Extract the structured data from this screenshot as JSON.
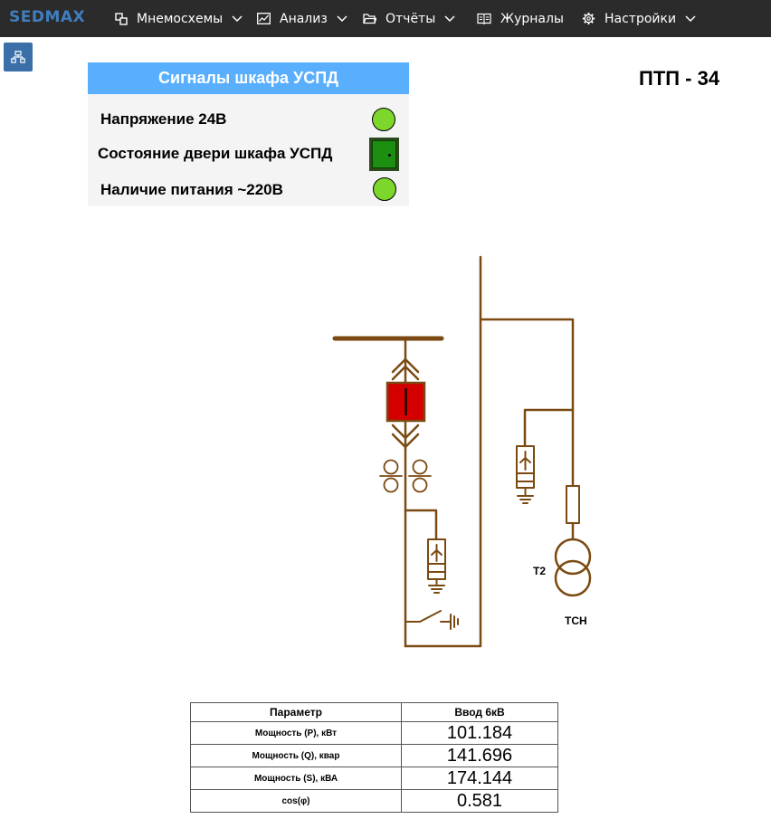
{
  "app": {
    "logo": "SEDMAX"
  },
  "nav": {
    "items": [
      {
        "label": "Мнемосхемы",
        "icon": "mnemo-icon",
        "has_dropdown": true
      },
      {
        "label": "Анализ",
        "icon": "chart-icon",
        "has_dropdown": true
      },
      {
        "label": "Отчёты",
        "icon": "folder-icon",
        "has_dropdown": true
      },
      {
        "label": "Журналы",
        "icon": "book-icon",
        "has_dropdown": false
      },
      {
        "label": "Настройки",
        "icon": "gear-icon",
        "has_dropdown": true
      }
    ]
  },
  "sidebar": {
    "button_icon": "hierarchy-icon",
    "accent": "#3b6fa8"
  },
  "signals_panel": {
    "title": "Сигналы шкафа УСПД",
    "header_color": "#59aefd",
    "items": [
      {
        "label": "Напряжение 24В",
        "indicator": "led",
        "state_color": "#7cd62b"
      },
      {
        "label": "Состояние двери шкафа УСПД",
        "indicator": "door",
        "state_color": "#1d8f10"
      },
      {
        "label": "Наличие питания ~220В",
        "indicator": "led",
        "state_color": "#7cd62b"
      }
    ]
  },
  "substation": {
    "title": "ПТП - 34"
  },
  "scheme": {
    "line_color": "#7a4a12",
    "breaker_color": "#d40000",
    "transformer_label": "Т2",
    "aux_label": "ТСН"
  },
  "params_table": {
    "headers": [
      "Параметр",
      "Ввод 6кВ"
    ],
    "rows": [
      {
        "name": "Мощность (P),  кВт",
        "value": "101.184"
      },
      {
        "name": "Мощность (Q), квар",
        "value": "141.696"
      },
      {
        "name": "Мощность (S),  кВА",
        "value": "174.144"
      },
      {
        "name": "cos(φ)",
        "value": "0.581"
      }
    ]
  }
}
